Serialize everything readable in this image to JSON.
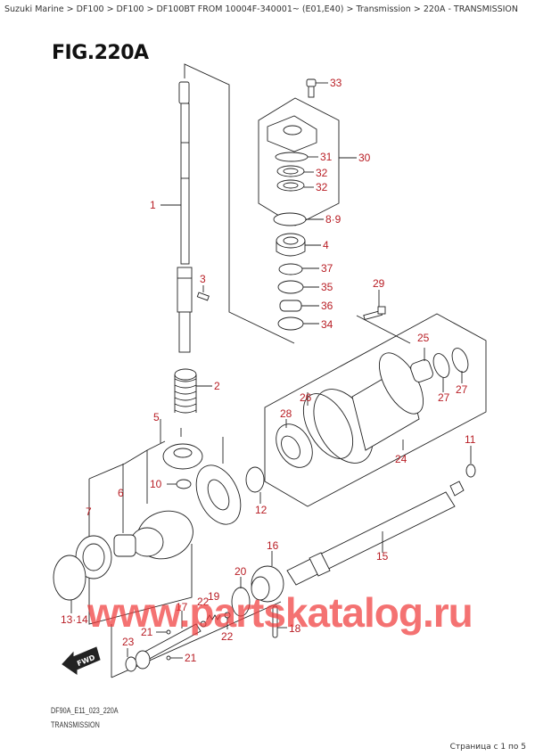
{
  "breadcrumb": {
    "items": [
      "Suzuki Marine",
      "DF100",
      "DF100",
      "DF100BT FROM 10004F-340001~ (E01,E40)",
      "Transmission",
      "220A - TRANSMISSION"
    ],
    "text": "Suzuki Marine > DF100 > DF100 > DF100BT FROM 10004F-340001~ (E01,E40) > Transmission > 220A - TRANSMISSION"
  },
  "figure": {
    "title": "FIG.220A",
    "code": "DF90A_E11_023_220A",
    "name": "TRANSMISSION"
  },
  "labels": {
    "p1": "1",
    "p2": "2",
    "p3": "3",
    "p4": "4",
    "p5": "5",
    "p6": "6",
    "p7": "7",
    "p8_9": "8·9",
    "p10": "10",
    "p11": "11",
    "p12": "12",
    "p13_14": "13·14",
    "p15": "15",
    "p16": "16",
    "p17": "17",
    "p18": "18",
    "p19": "19",
    "p20": "20",
    "p21a": "21",
    "p21b": "21",
    "p22a": "22",
    "p22b": "22",
    "p23": "23",
    "p24": "24",
    "p25": "25",
    "p26": "26",
    "p27a": "27",
    "p27b": "27",
    "p28": "28",
    "p29": "29",
    "p30": "30",
    "p31": "31",
    "p32a": "32",
    "p32b": "32",
    "p33": "33",
    "p34": "34",
    "p35": "35",
    "p36": "36",
    "p37": "37"
  },
  "fwd_label": "FWD",
  "watermark": "www.partskatalog.ru",
  "pagination": {
    "text": "Страница с 1 по 5",
    "current": 1,
    "total": 5
  },
  "colors": {
    "label": "#b81d24",
    "watermark": "#f03c3c"
  }
}
